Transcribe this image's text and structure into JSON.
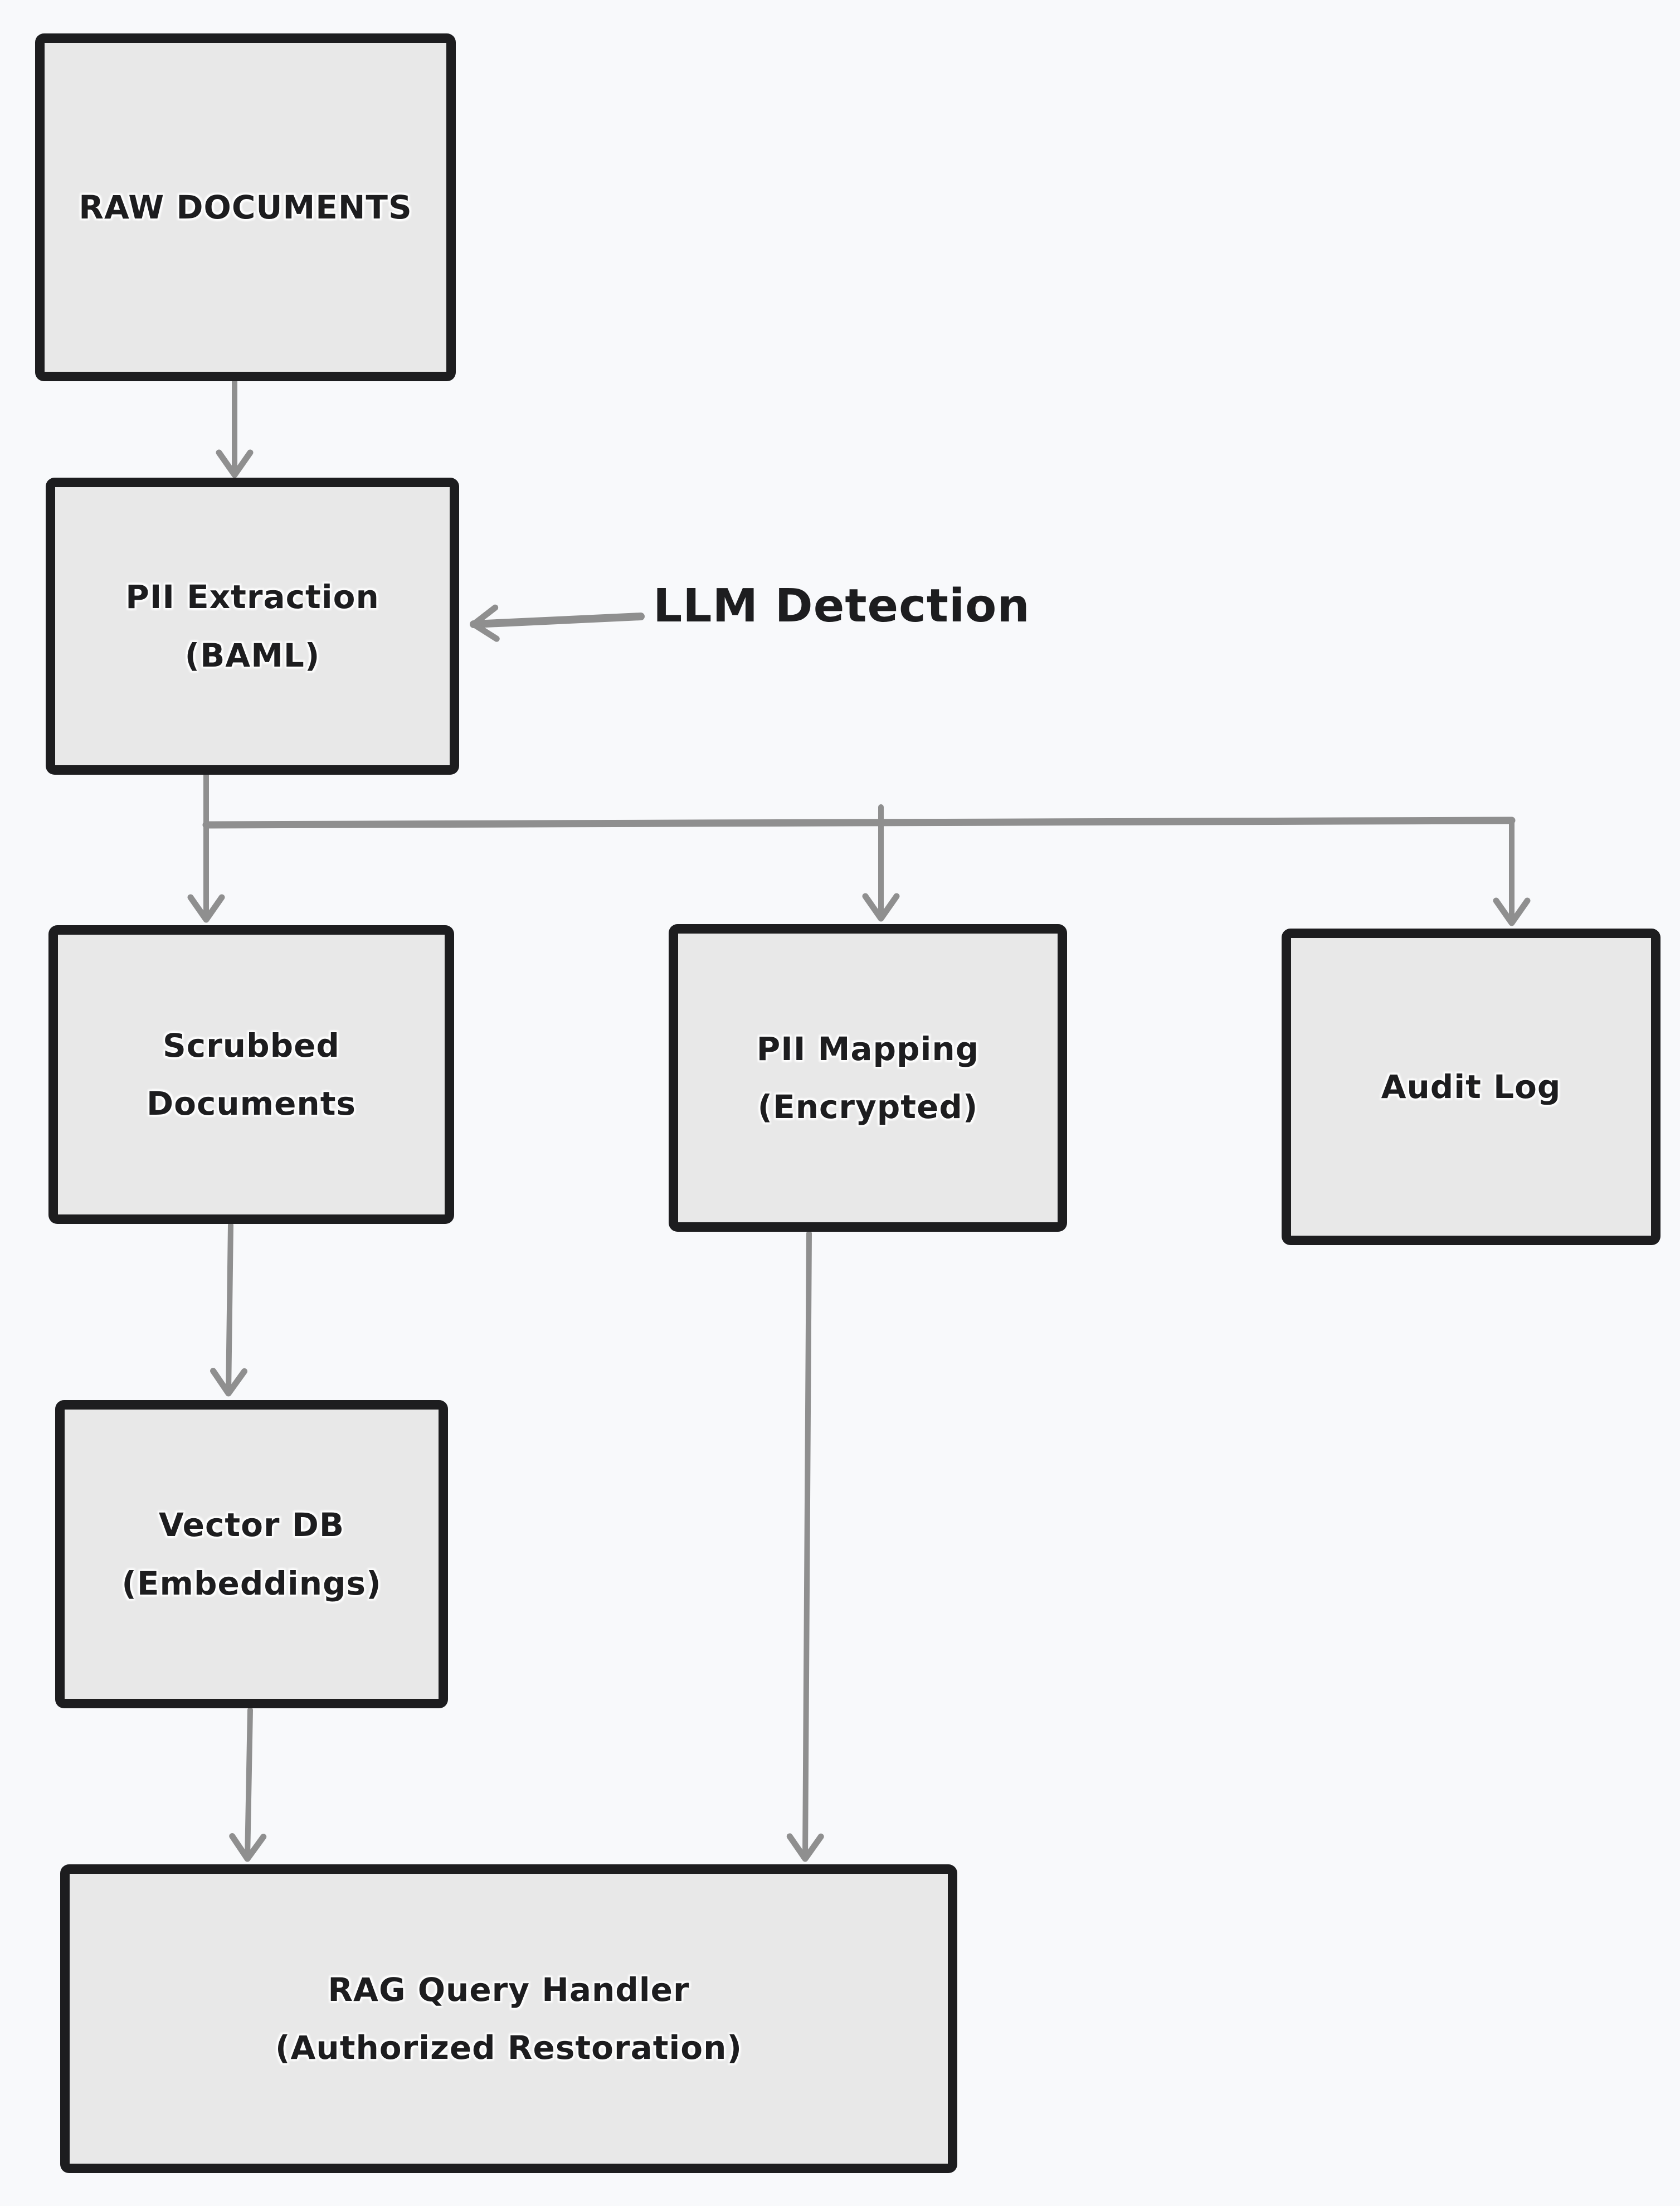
{
  "diagram": {
    "title": "PII scrubbing RAG pipeline flowchart",
    "colors": {
      "background": "#f8f9fb",
      "node_fill": "#e8e8e8",
      "node_border": "#1d1d1f",
      "text": "#1d1d1f",
      "connector": "#8f8f8f"
    },
    "nodes": {
      "raw_documents": {
        "lines": [
          "RAW DOCUMENTS"
        ]
      },
      "pii_extraction": {
        "lines": [
          "PII Extraction",
          "(BAML)"
        ]
      },
      "scrubbed_documents": {
        "lines": [
          "Scrubbed",
          "Documents"
        ]
      },
      "pii_mapping": {
        "lines": [
          "PII Mapping",
          "(Encrypted)"
        ]
      },
      "audit_log": {
        "lines": [
          "Audit Log"
        ]
      },
      "vector_db": {
        "lines": [
          "Vector DB",
          "(Embeddings)"
        ]
      },
      "rag_query_handler": {
        "lines": [
          "RAG Query Handler",
          "(Authorized Restoration)"
        ]
      }
    },
    "annotations": {
      "llm_detection": {
        "label": "LLM Detection"
      }
    },
    "edges": [
      {
        "from": "raw_documents",
        "to": "pii_extraction",
        "style": "arrow"
      },
      {
        "from": "llm_detection",
        "to": "pii_extraction",
        "style": "arrow"
      },
      {
        "from": "pii_extraction",
        "to": "scrubbed_documents",
        "style": "arrow"
      },
      {
        "from": "pii_extraction",
        "to": "pii_mapping",
        "style": "arrow"
      },
      {
        "from": "pii_extraction",
        "to": "audit_log",
        "style": "arrow"
      },
      {
        "from": "scrubbed_documents",
        "to": "vector_db",
        "style": "arrow"
      },
      {
        "from": "vector_db",
        "to": "rag_query_handler",
        "style": "arrow"
      },
      {
        "from": "pii_mapping",
        "to": "rag_query_handler",
        "style": "arrow"
      }
    ]
  }
}
